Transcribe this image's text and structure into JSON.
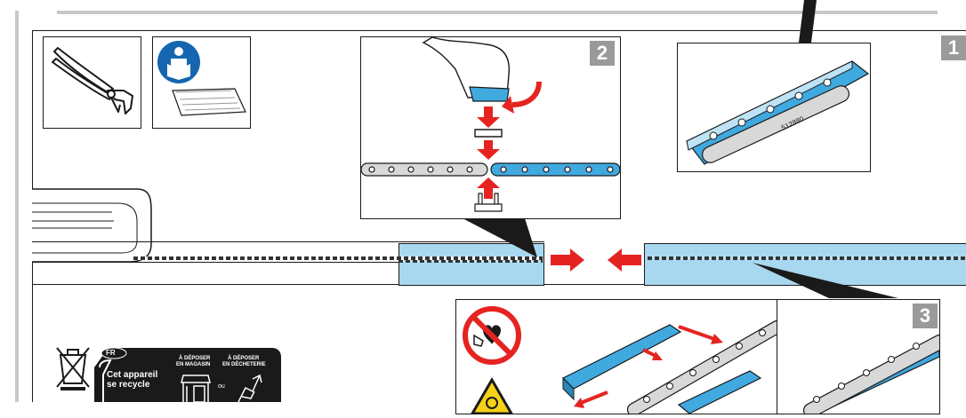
{
  "steps": {
    "step_1": "1",
    "step_2": "2",
    "step_3": "3"
  },
  "chain_link_code": "512880",
  "recycling": {
    "country_badge": "FR",
    "title_line1": "Cet appareil",
    "title_line2": "se recycle",
    "option_store_line1": "À DÉPOSER",
    "option_store_line2": "EN MAGASIN",
    "separator": "ou",
    "option_dump_line1": "À DÉPOSER",
    "option_dump_line2": "EN DÉCHETERIE"
  },
  "colors": {
    "highlight_blue": "#a8d8f0",
    "part_blue": "#3fa9e0",
    "arrow_red": "#e52421",
    "badge_grey": "#9a9a9a"
  },
  "icons": [
    "pliers-icon",
    "read-manual-icon",
    "no-pacemaker-icon",
    "warning-icon",
    "crossed-bin-icon",
    "store-icon",
    "recycling-center-icon"
  ]
}
